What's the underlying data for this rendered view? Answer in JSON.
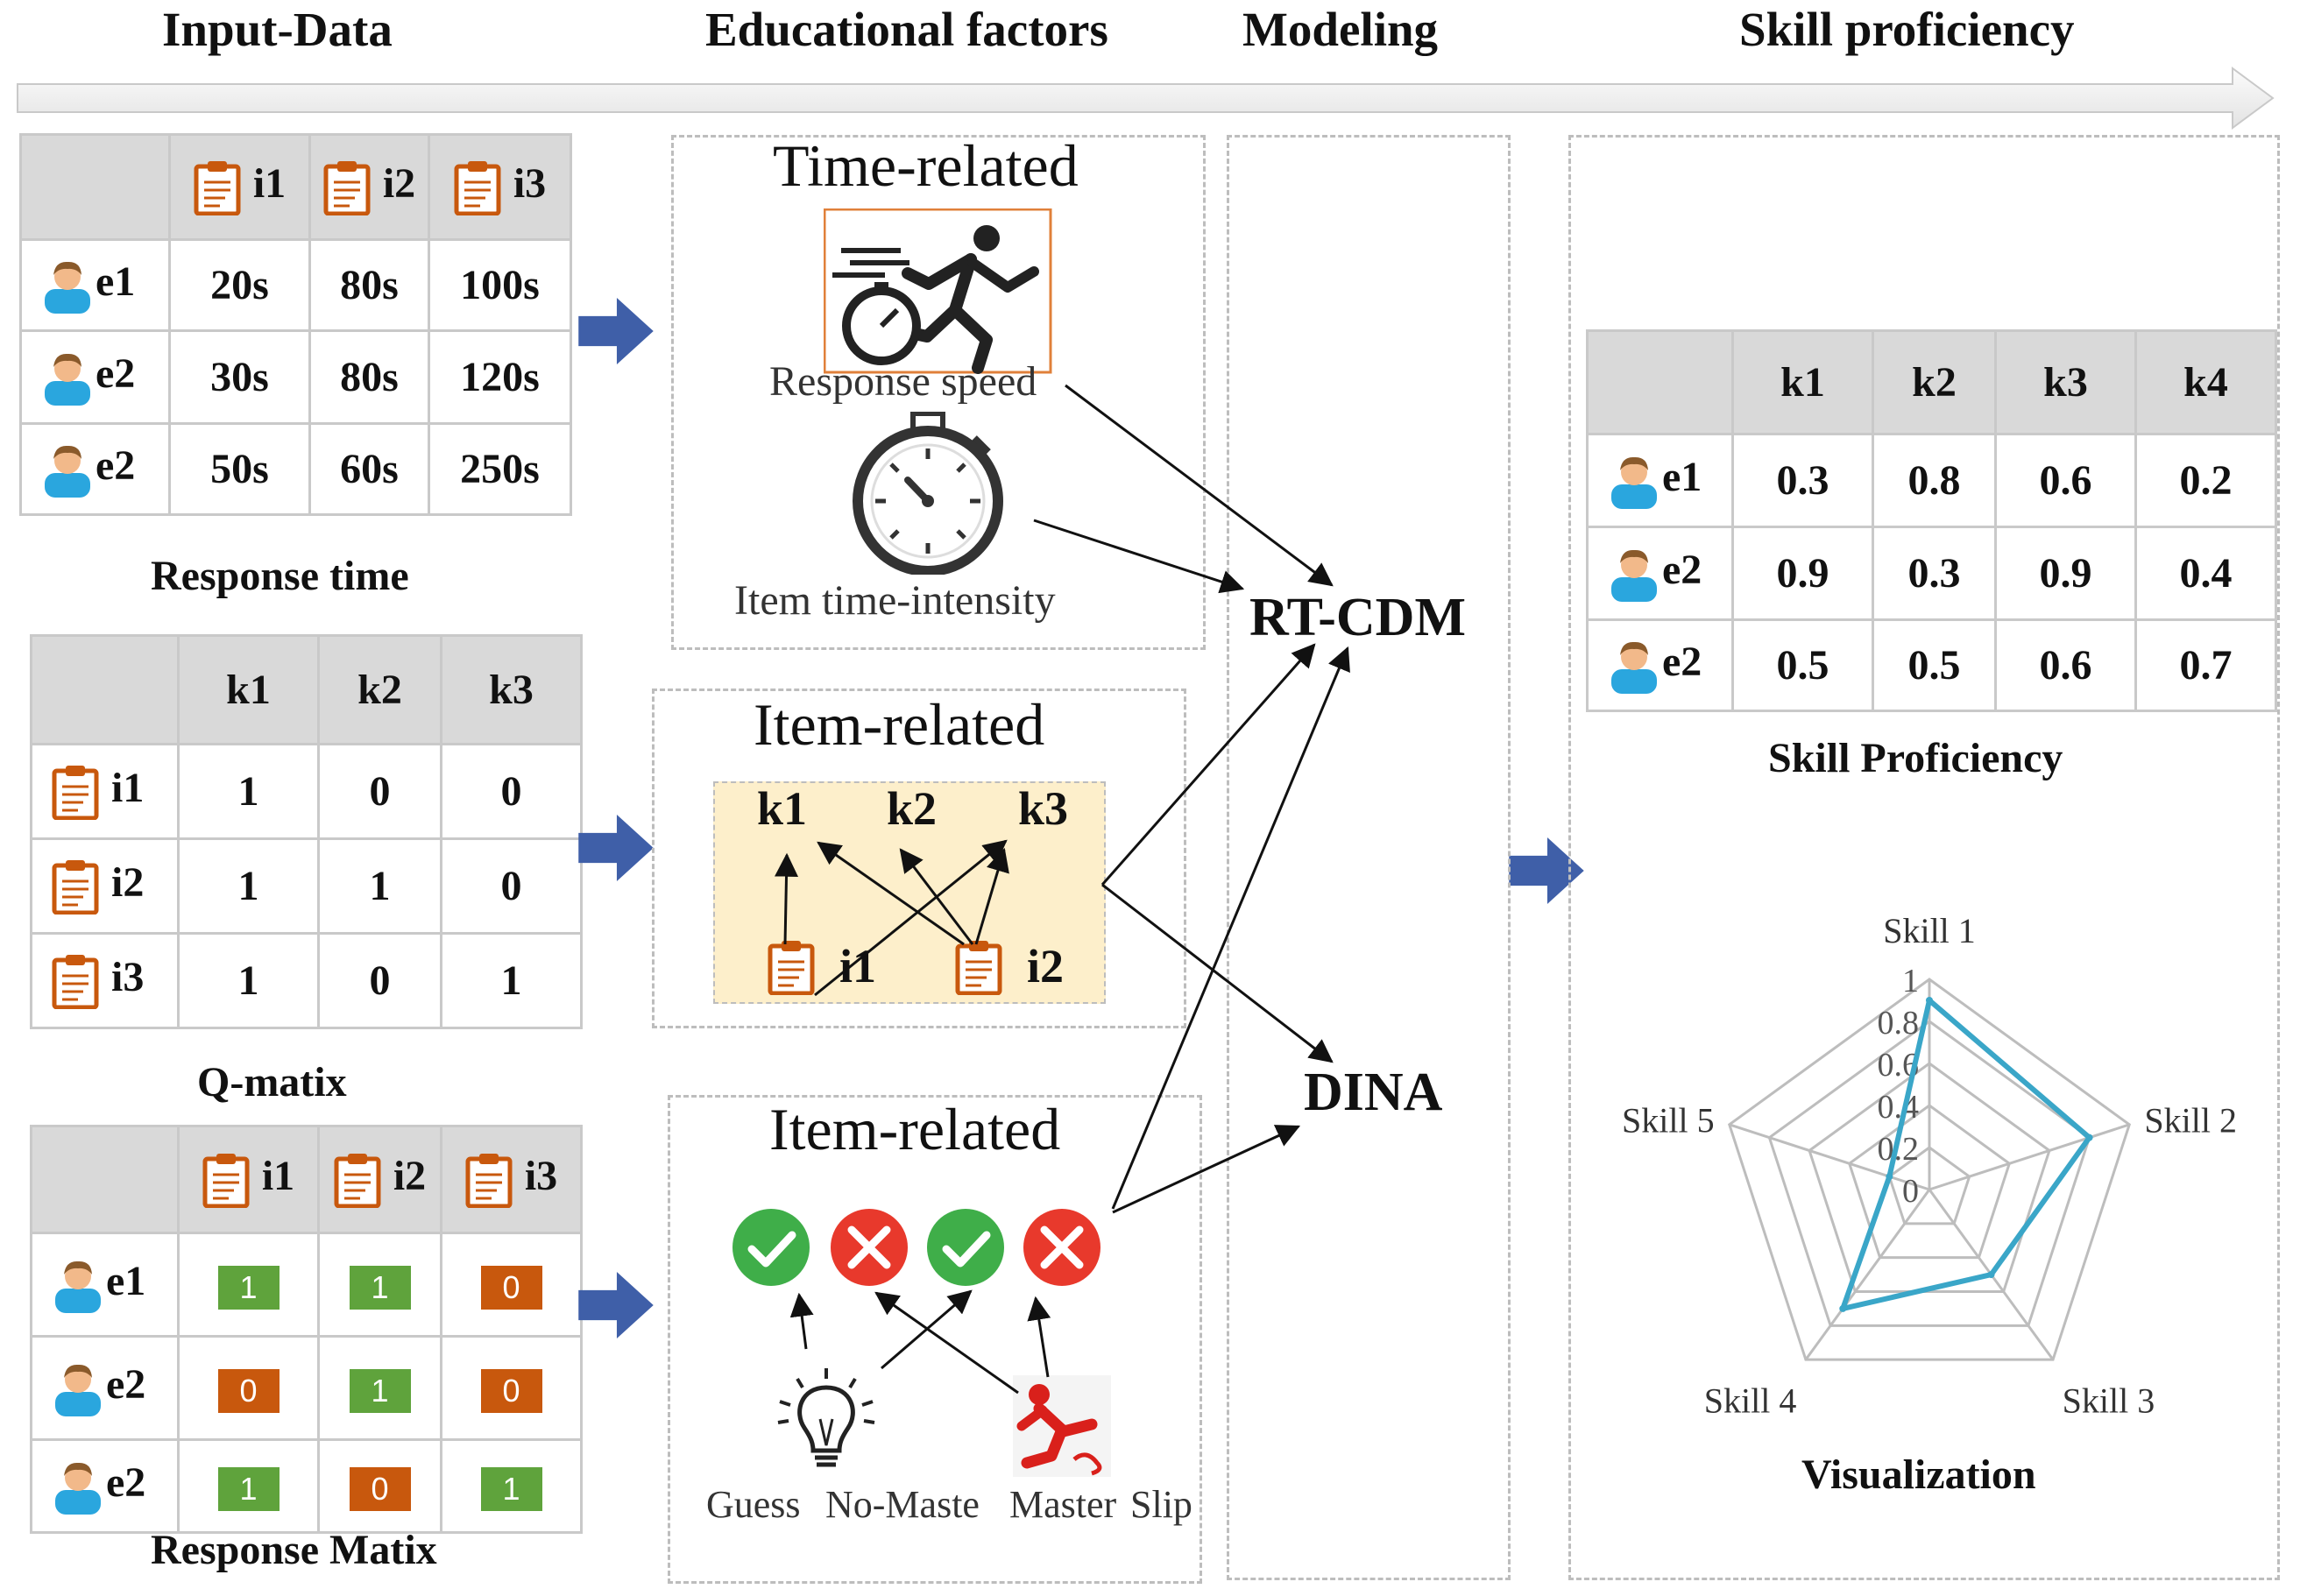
{
  "headers": {
    "input_data": "Input-Data",
    "educational_factors": "Educational factors",
    "modeling": "Modeling",
    "skill_proficiency": "Skill proficiency"
  },
  "response_time": {
    "caption": "Response time",
    "columns": [
      "i1",
      "i2",
      "i3"
    ],
    "rows": [
      {
        "label": "e1",
        "values": [
          "20s",
          "80s",
          "100s"
        ]
      },
      {
        "label": "e2",
        "values": [
          "30s",
          "80s",
          "120s"
        ]
      },
      {
        "label": "e2",
        "values": [
          "50s",
          "60s",
          "250s"
        ]
      }
    ]
  },
  "q_matrix": {
    "caption": "Q-matix",
    "columns": [
      "k1",
      "k2",
      "k3"
    ],
    "rows": [
      {
        "label": "i1",
        "values": [
          "1",
          "0",
          "0"
        ]
      },
      {
        "label": "i2",
        "values": [
          "1",
          "1",
          "0"
        ]
      },
      {
        "label": "i3",
        "values": [
          "1",
          "0",
          "1"
        ]
      }
    ]
  },
  "response_matrix": {
    "caption": "Response Matix",
    "columns": [
      "i1",
      "i2",
      "i3"
    ],
    "rows": [
      {
        "label": "e1",
        "values": [
          "1",
          "1",
          "0"
        ]
      },
      {
        "label": "e2",
        "values": [
          "0",
          "1",
          "0"
        ]
      },
      {
        "label": "e2",
        "values": [
          "1",
          "0",
          "1"
        ]
      }
    ]
  },
  "factors": {
    "time_related": {
      "title": "Time-related",
      "response_speed": "Response speed",
      "item_time_intensity": "Item  time-intensity"
    },
    "item_related_q": {
      "title": "Item-related",
      "skills": [
        "k1",
        "k2",
        "k3"
      ],
      "items": [
        "i1",
        "i2"
      ]
    },
    "item_related_resp": {
      "title": "Item-related",
      "guess": "Guess",
      "no_master": "No-Maste",
      "master": "Master",
      "slip": "Slip"
    }
  },
  "models": {
    "rt_cdm": "RT-CDM",
    "dina": "DINA"
  },
  "skill_table": {
    "caption": "Skill Proficiency",
    "columns": [
      "k1",
      "k2",
      "k3",
      "k4"
    ],
    "rows": [
      {
        "label": "e1",
        "values": [
          "0.3",
          "0.8",
          "0.6",
          "0.2"
        ]
      },
      {
        "label": "e2",
        "values": [
          "0.9",
          "0.3",
          "0.9",
          "0.4"
        ]
      },
      {
        "label": "e2",
        "values": [
          "0.5",
          "0.5",
          "0.6",
          "0.7"
        ]
      }
    ]
  },
  "chart_data": {
    "type": "radar",
    "caption": "Visualization",
    "axes": [
      "Skill 1",
      "Skill 2",
      "Skill 3",
      "Skill 4",
      "Skill 5"
    ],
    "ticks": [
      "1",
      "0.8",
      "0.6",
      "0.4",
      "0.2",
      "0"
    ],
    "range": [
      0,
      1
    ],
    "series": [
      {
        "values": [
          0.9,
          0.8,
          0.5,
          0.7,
          0.2
        ],
        "color": "#3aa6c8"
      }
    ],
    "grid": true
  },
  "colors": {
    "arrow_blue": "#3f5fa8",
    "clip_orange": "#c8580d",
    "badge_green": "#5fa33c",
    "badge_orange": "#c8580d",
    "check_green": "#3fae49",
    "cross_red": "#e8392c",
    "radar_line": "#3aa6c8"
  }
}
